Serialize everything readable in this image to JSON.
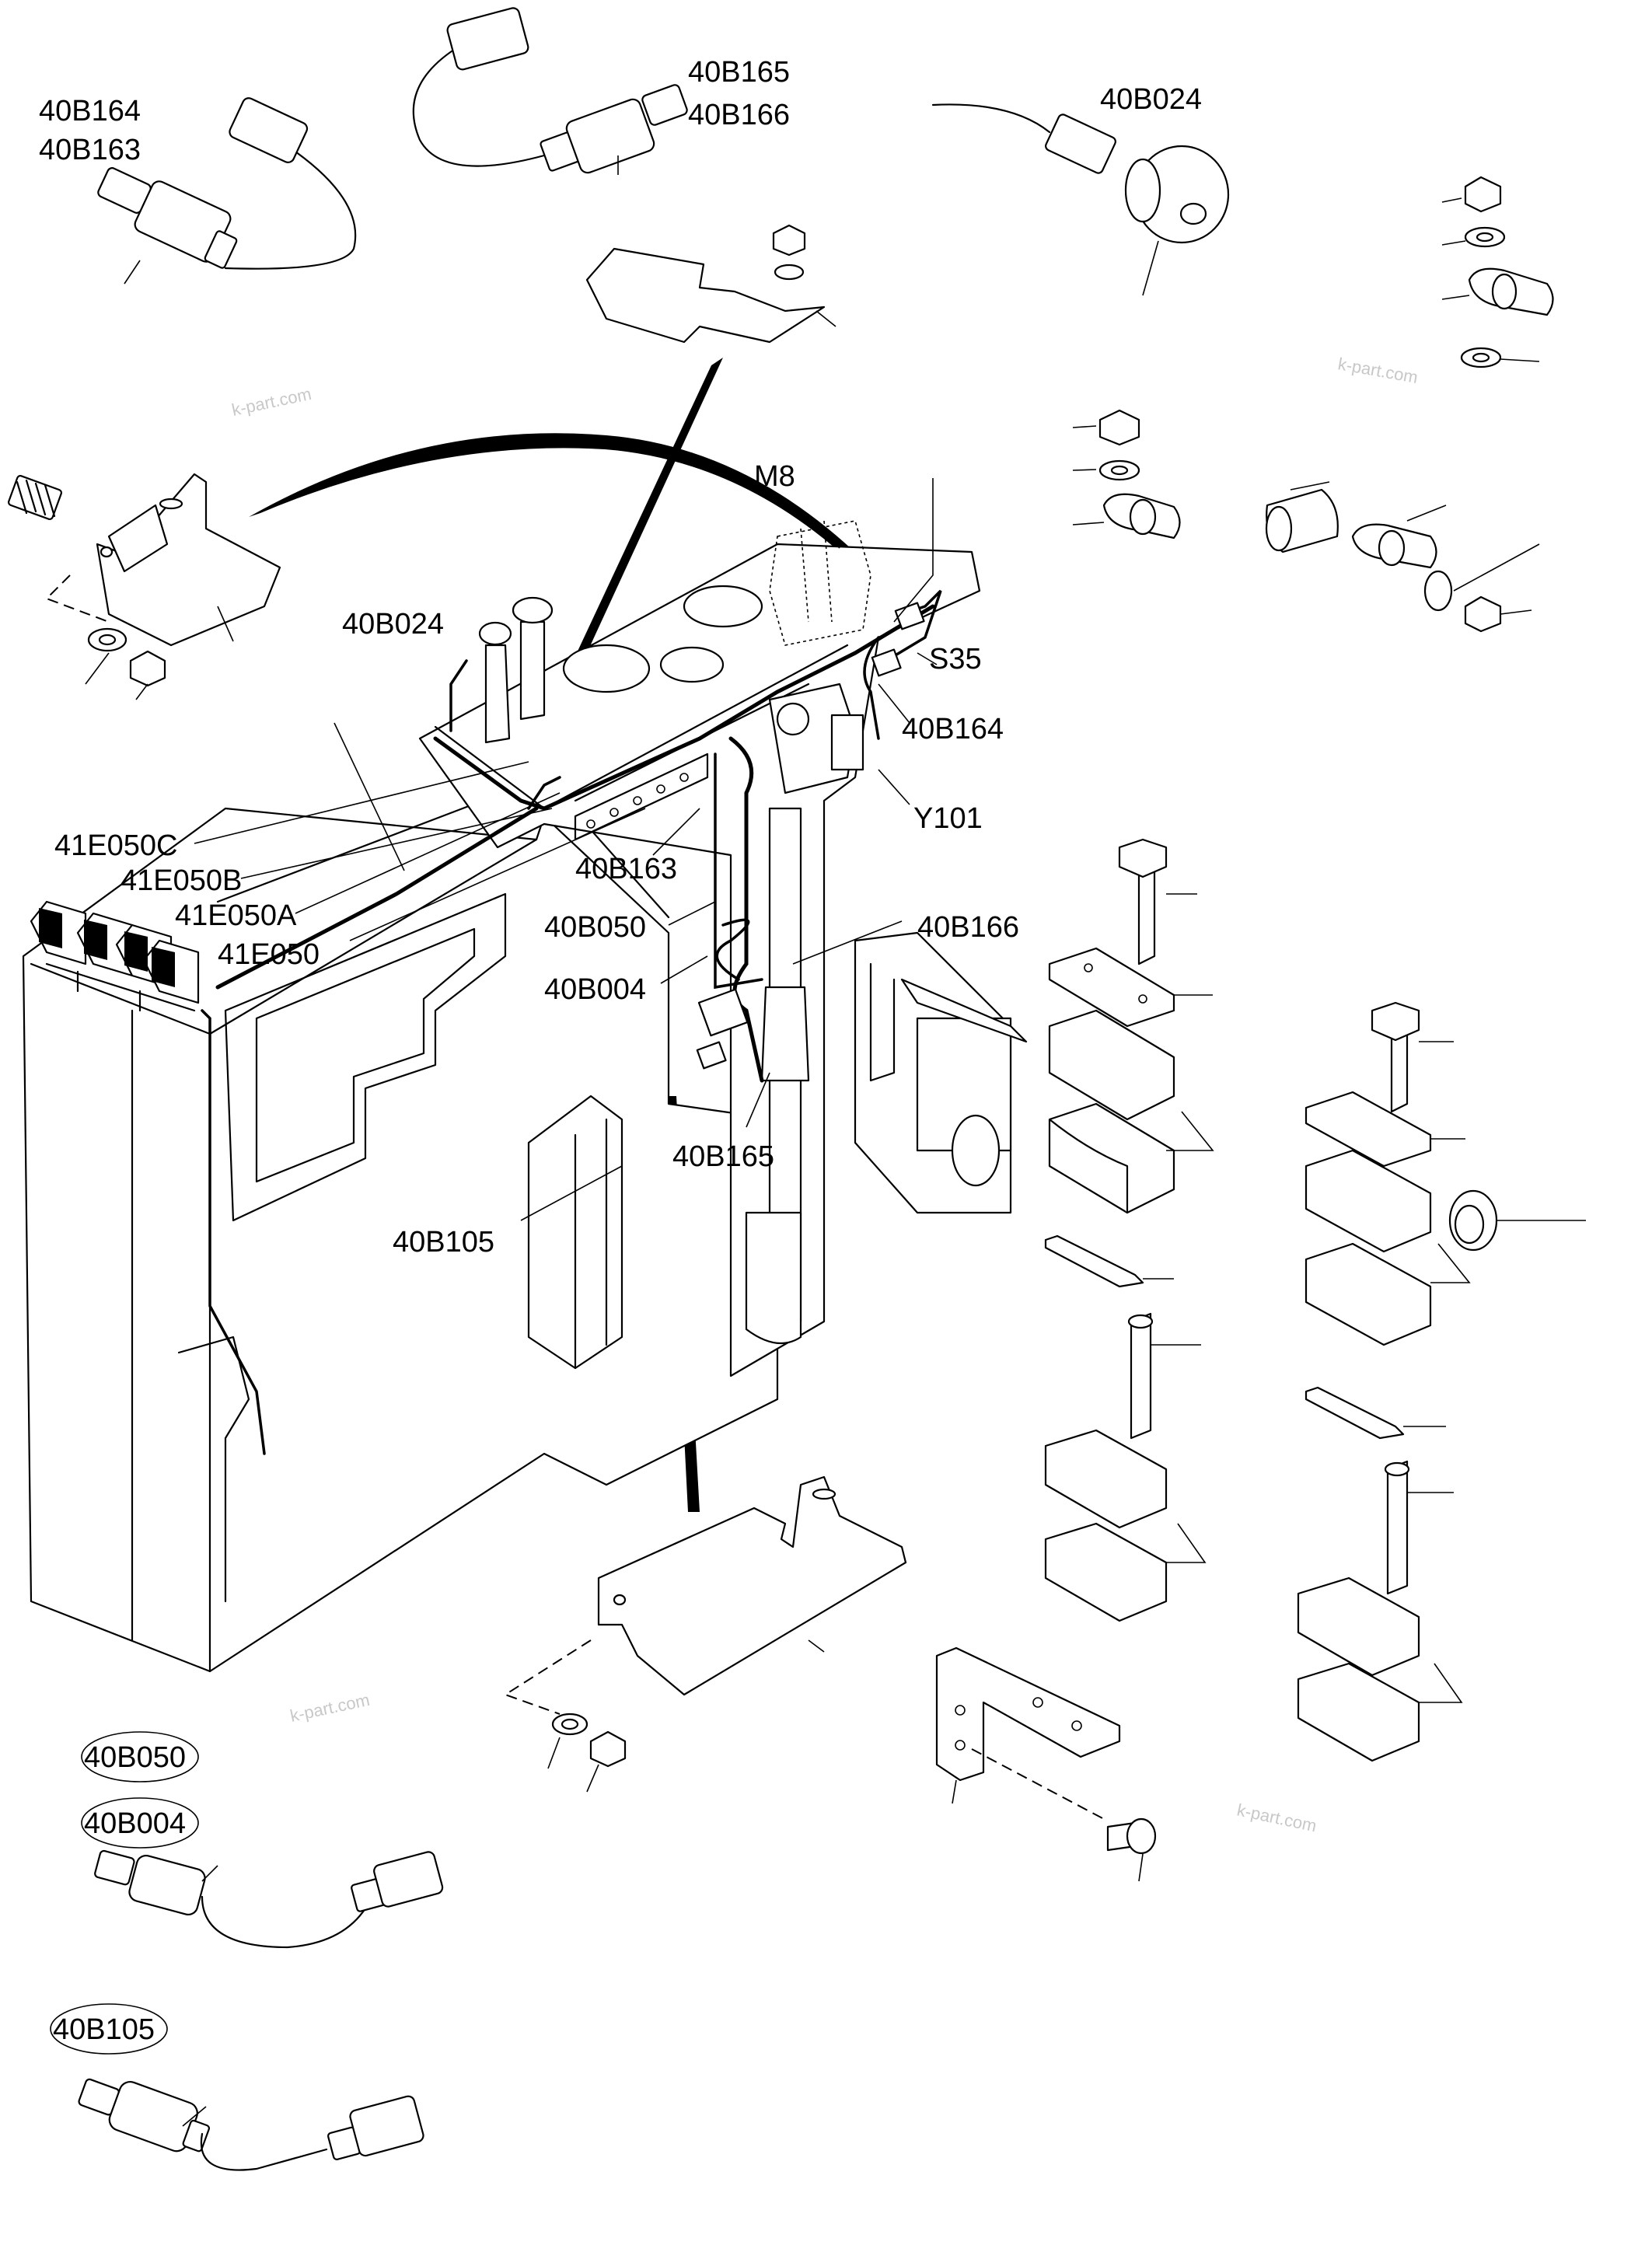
{
  "labels": {
    "b164_top": "40B164",
    "b163_top": "40B163",
    "b165_top": "40B165",
    "b166_top": "40B166",
    "b024_top": "40B024",
    "m8": "M8",
    "s35": "S35",
    "b024_mid": "40B024",
    "b164_mid": "40B164",
    "y101": "Y101",
    "e050c": "41E050C",
    "e050b": "41E050B",
    "e050a": "41E050A",
    "e050": "41E050",
    "b163_mid": "40B163",
    "b050_mid": "40B050",
    "b166_mid": "40B166",
    "b004_mid": "40B004",
    "b165_mid": "40B165",
    "b105_mid": "40B105",
    "b050_circled": "40B050",
    "b004_circled": "40B004",
    "b105_circled": "40B105"
  },
  "watermark": "k-part.com",
  "colors": {
    "ink": "#000000",
    "paper": "#ffffff",
    "watermark": "#c8c8c8"
  }
}
